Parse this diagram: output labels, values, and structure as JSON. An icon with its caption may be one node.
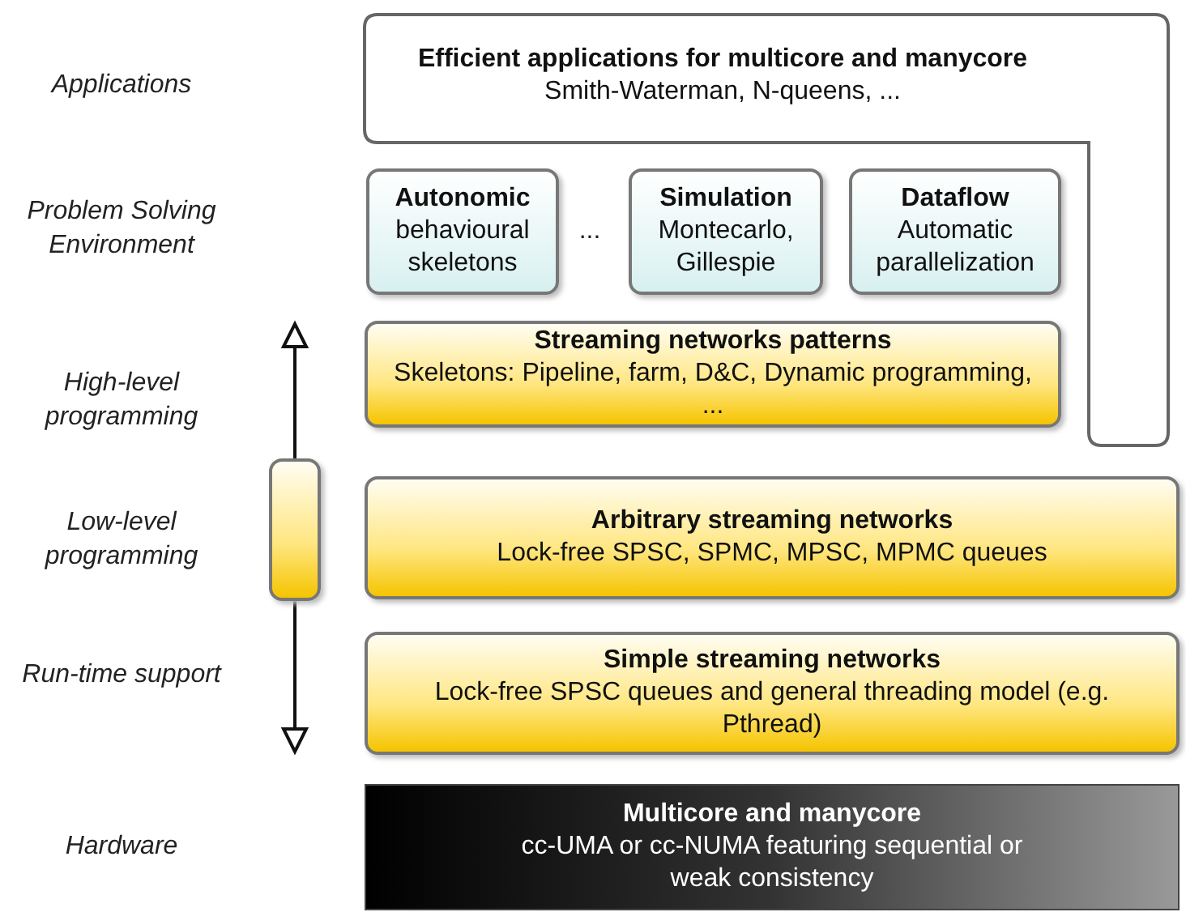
{
  "diagram": {
    "nodes": [
      {
        "text": [
          "Efficient applications for multicore and manycore",
          "Smith-Waterman, N-queens, ..."
        ]
      },
      {
        "text": [
          "Autonomic",
          "behavioural skeletons"
        ]
      },
      {
        "text": [
          "Simulation",
          "Montecarlo, Gillespie"
        ]
      },
      {
        "text": [
          "Dataflow",
          "Automatic parallelization"
        ]
      },
      {
        "text": [
          "Streaming networks patterns",
          "Skeletons: Pipeline, farm, D&C, Dynamic programming, ..."
        ]
      },
      {
        "text": [
          "Arbitrary streaming networks",
          "Lock-free SPSC, SPMC, MPSC, MPMC queues"
        ]
      },
      {
        "text": [
          "Simple streaming networks",
          "Lock-free SPSC queues and general threading model (e.g. Pthread)"
        ]
      },
      {
        "text": [
          "Multicore and manycore",
          "cc-UMA or cc-NUMA featuring sequential or weak consistency"
        ]
      },
      {
        "text": [],
        "shape": "box"
      }
    ],
    "labels": [
      "Applications",
      "Problem Solving Environment",
      "...",
      "High-level programming",
      "Low-level programming",
      "Run-time support",
      "Hardware"
    ]
  }
}
